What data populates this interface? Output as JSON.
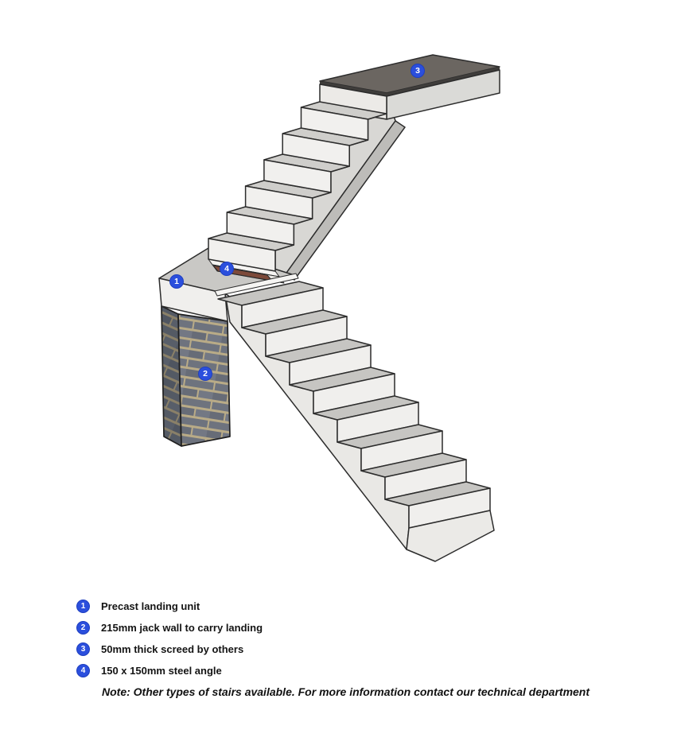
{
  "diagram": {
    "subject": "precast-concrete-half-turn-staircase",
    "parts": [
      "precast landing unit",
      "jack wall",
      "screed",
      "steel angle"
    ]
  },
  "callouts": {
    "c1": {
      "number": "1",
      "target": "precast landing unit"
    },
    "c2": {
      "number": "2",
      "target": "jack wall"
    },
    "c3": {
      "number": "3",
      "target": "screed"
    },
    "c4": {
      "number": "4",
      "target": "steel angle"
    }
  },
  "legend": {
    "items": [
      {
        "number": "1",
        "label": "Precast landing unit"
      },
      {
        "number": "2",
        "label": "215mm jack wall to carry landing"
      },
      {
        "number": "3",
        "label": "50mm thick screed by others"
      },
      {
        "number": "4",
        "label": "150 x 150mm steel angle"
      }
    ],
    "note": "Note: Other types of stairs available. For more information contact our technical department"
  },
  "colors": {
    "badge_blue": "#2b4fdd",
    "steel_angle_brown": "#7d4a3a",
    "screed_dark": "#6b6661",
    "concrete_light": "#f0efed",
    "concrete_tread": "#c9c8c5",
    "brick_gray": "#6b707b",
    "mortar_tan": "#bcae8c"
  }
}
